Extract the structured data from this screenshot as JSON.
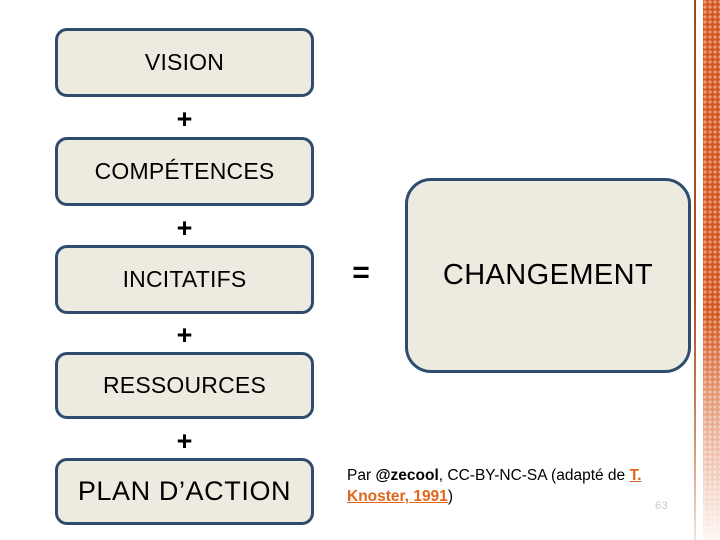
{
  "slide": {
    "equation": {
      "terms": [
        {
          "label": "VISION"
        },
        {
          "label": "COMPÉTENCES"
        },
        {
          "label": "INCITATIFS"
        },
        {
          "label": "RESSOURCES"
        },
        {
          "label": "PLAN D’ACTION"
        }
      ],
      "plus_operator": "+",
      "equals_operator": "=",
      "result": {
        "label": "CHANGEMENT"
      }
    },
    "caption": {
      "prefix": "Par ",
      "author": "@zecool",
      "license": ", CC-BY-NC-SA (adapté de ",
      "source_link": "T. Knoster, 1991",
      "suffix": ")"
    },
    "page_number": "63",
    "colors": {
      "box_fill": "#EDEAE0",
      "box_border": "#2E4C6D",
      "link": "#E2661A",
      "accent_band": "#D4561C",
      "page_number": "#C9C9C9",
      "background": "#FFFFFF"
    }
  }
}
